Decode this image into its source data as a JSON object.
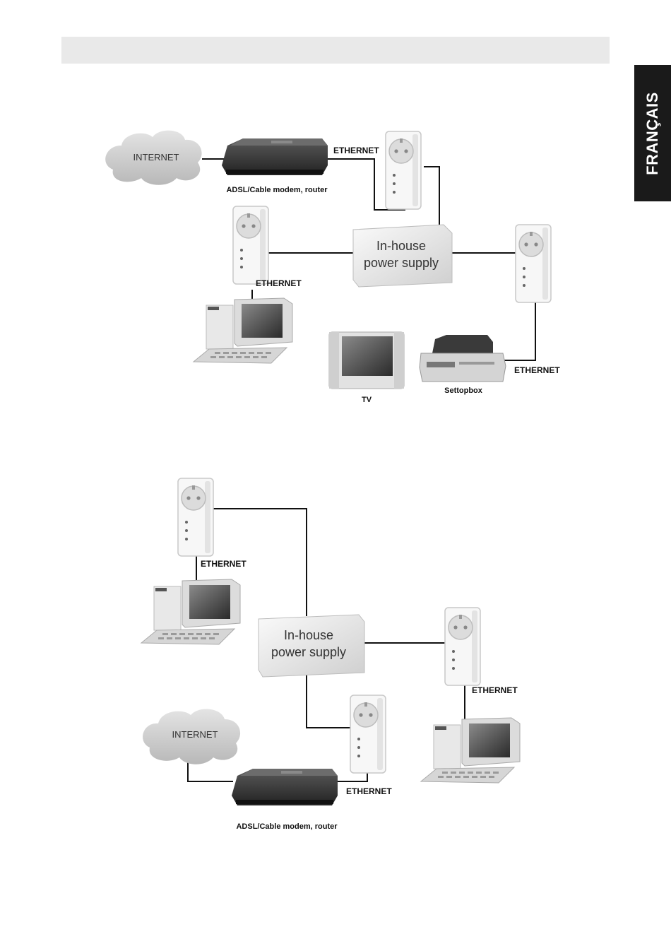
{
  "side_tab": {
    "label": "FRANÇAIS"
  },
  "diagram1": {
    "internet": "INTERNET",
    "modem": "ADSL/Cable modem, router",
    "ethernet_top": "ETHERNET",
    "ethernet_left": "ETHERNET",
    "ethernet_right": "ETHERNET",
    "powerbox_line1": "In-house",
    "powerbox_line2": "power supply",
    "tv": "TV",
    "settopbox": "Settopbox"
  },
  "diagram2": {
    "internet": "INTERNET",
    "modem": "ADSL/Cable modem, router",
    "ethernet_top": "ETHERNET",
    "ethernet_right": "ETHERNET",
    "ethernet_bottom": "ETHERNET",
    "powerbox_line1": "In-house",
    "powerbox_line2": "power supply"
  }
}
